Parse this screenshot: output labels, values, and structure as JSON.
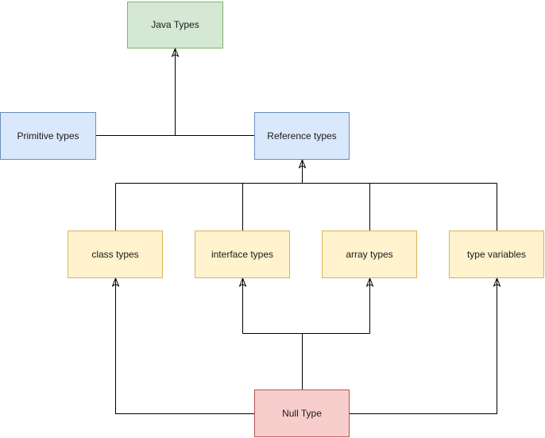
{
  "diagram": {
    "background_color": "#ffffff",
    "edge_color": "#000000",
    "text_color": "#1a1a1a",
    "palette": {
      "green_fill": "#d5e8d4",
      "green_stroke": "#82b366",
      "blue_fill": "#dae8fc",
      "blue_stroke": "#6c8ebf",
      "yellow_fill": "#fff2cc",
      "yellow_stroke": "#d6b656",
      "red_fill": "#f8cecc",
      "red_stroke": "#b85450"
    },
    "nodes": [
      {
        "id": "java-types",
        "label": "Java Types",
        "fill": "#d5e8d4",
        "stroke": "#82b366"
      },
      {
        "id": "primitive-types",
        "label": "Primitive types",
        "fill": "#dae8fc",
        "stroke": "#6c8ebf"
      },
      {
        "id": "reference-types",
        "label": "Reference types",
        "fill": "#dae8fc",
        "stroke": "#6c8ebf"
      },
      {
        "id": "class-types",
        "label": "class types",
        "fill": "#fff2cc",
        "stroke": "#d6b656"
      },
      {
        "id": "interface-types",
        "label": "interface types",
        "fill": "#fff2cc",
        "stroke": "#d6b656"
      },
      {
        "id": "array-types",
        "label": "array types",
        "fill": "#fff2cc",
        "stroke": "#d6b656"
      },
      {
        "id": "type-variables",
        "label": "type variables",
        "fill": "#fff2cc",
        "stroke": "#d6b656"
      },
      {
        "id": "null-type",
        "label": "Null Type",
        "fill": "#f8cecc",
        "stroke": "#b85450"
      }
    ],
    "edges": [
      {
        "from": "primitive-types",
        "to": "java-types"
      },
      {
        "from": "reference-types",
        "to": "java-types"
      },
      {
        "from": "class-types",
        "to": "reference-types"
      },
      {
        "from": "interface-types",
        "to": "reference-types"
      },
      {
        "from": "array-types",
        "to": "reference-types"
      },
      {
        "from": "type-variables",
        "to": "reference-types"
      },
      {
        "from": "null-type",
        "to": "class-types"
      },
      {
        "from": "null-type",
        "to": "interface-types"
      },
      {
        "from": "null-type",
        "to": "array-types"
      },
      {
        "from": "null-type",
        "to": "type-variables"
      }
    ]
  }
}
